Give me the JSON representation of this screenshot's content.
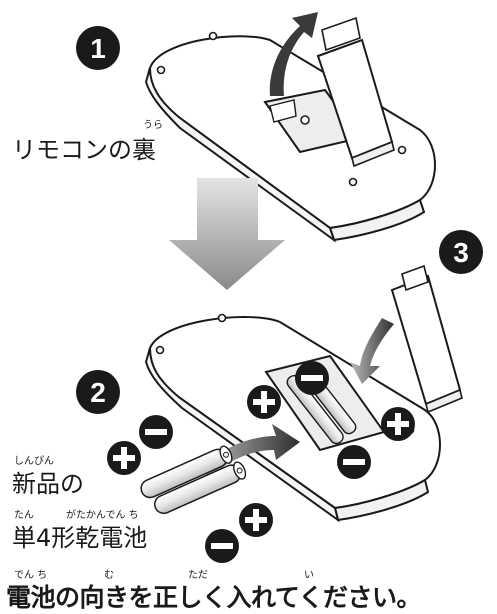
{
  "steps": {
    "one": "1",
    "two": "2",
    "three": "3"
  },
  "labels": {
    "remote_back": {
      "prefix": "リモコンの",
      "kanji": "裏",
      "reading": "うら"
    },
    "new_batteries": {
      "line1": "新品の",
      "line1_reading": "しんぴん",
      "line2": "単4形乾電池",
      "line2_reading_a": "たん",
      "line2_reading_b": "がたかんでん ち"
    },
    "instruction": {
      "text": "電池の向きを正しく入れてください。",
      "reading_denchi": "でん ち",
      "reading_mu": "む",
      "reading_tada": "ただ",
      "reading_i": "い"
    }
  },
  "symbols": {
    "plus": "+",
    "minus": "−"
  },
  "colors": {
    "outline": "#1a1a1a",
    "step_badge": "#1a1a1a",
    "arrow_dark": "#3a3a3a",
    "arrow_grey": "#9a9a9a",
    "battery_fill": "#e6e6e6"
  }
}
